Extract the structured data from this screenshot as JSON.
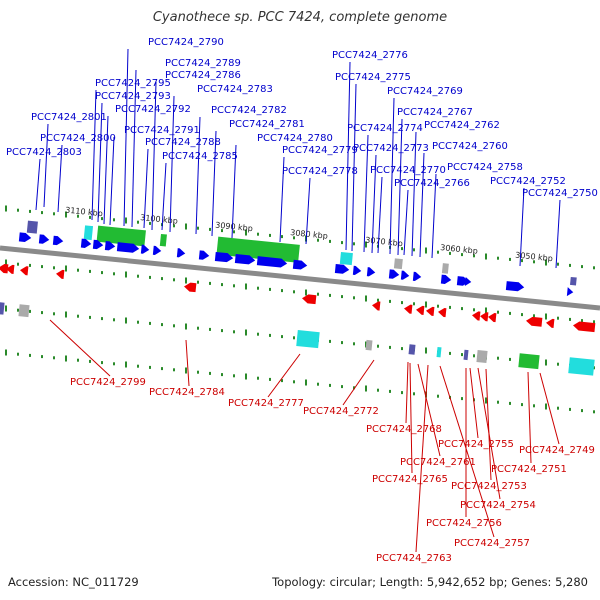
{
  "title": "Cyanothece sp. PCC 7424, complete genome",
  "footer": {
    "accession": "Accession: NC_011729",
    "summary": "Topology: circular; Length: 5,942,652 bp; Genes: 5,280"
  },
  "colors": {
    "forward_feature": "#0000ee",
    "reverse_feature": "#ee0000",
    "forward_label": "#0000cc",
    "reverse_label": "#cc0000",
    "backbone": "#8a8a8a",
    "tick": "#2a8a2a",
    "gc_high": "#22bb33",
    "gc_cyan": "#22dddd",
    "gc_gray": "#aaaaaa",
    "gc_purple": "#5555aa"
  },
  "scale_ticks": [
    "3110 kbp",
    "3100 kbp",
    "3090 kbp",
    "3080 kbp",
    "3070 kbp",
    "3060 kbp",
    "3050 kbp"
  ],
  "forward_genes": [
    "PCC7424_2803",
    "PCC7424_2801",
    "PCC7424_2800",
    "PCC7424_2795",
    "PCC7424_2793",
    "PCC7424_2792",
    "PCC7424_2791",
    "PCC7424_2790",
    "PCC7424_2789",
    "PCC7424_2788",
    "PCC7424_2786",
    "PCC7424_2785",
    "PCC7424_2783",
    "PCC7424_2782",
    "PCC7424_2781",
    "PCC7424_2780",
    "PCC7424_2779",
    "PCC7424_2778",
    "PCC7424_2776",
    "PCC7424_2775",
    "PCC7424_2774",
    "PCC7424_2773",
    "PCC7424_2770",
    "PCC7424_2769",
    "PCC7424_2767",
    "PCC7424_2766",
    "PCC7424_2762",
    "PCC7424_2760",
    "PCC7424_2758",
    "PCC7424_2752",
    "PCC7424_2750"
  ],
  "reverse_genes": [
    "PCC7424_2799",
    "PCC7424_2784",
    "PCC7424_2777",
    "PCC7424_2772",
    "PCC7424_2768",
    "PCC7424_2765",
    "PCC7424_2761",
    "PCC7424_2763",
    "PCC7424_2757",
    "PCC7424_2756",
    "PCC7424_2755",
    "PCC7424_2754",
    "PCC7424_2753",
    "PCC7424_2751",
    "PCC7424_2749"
  ]
}
